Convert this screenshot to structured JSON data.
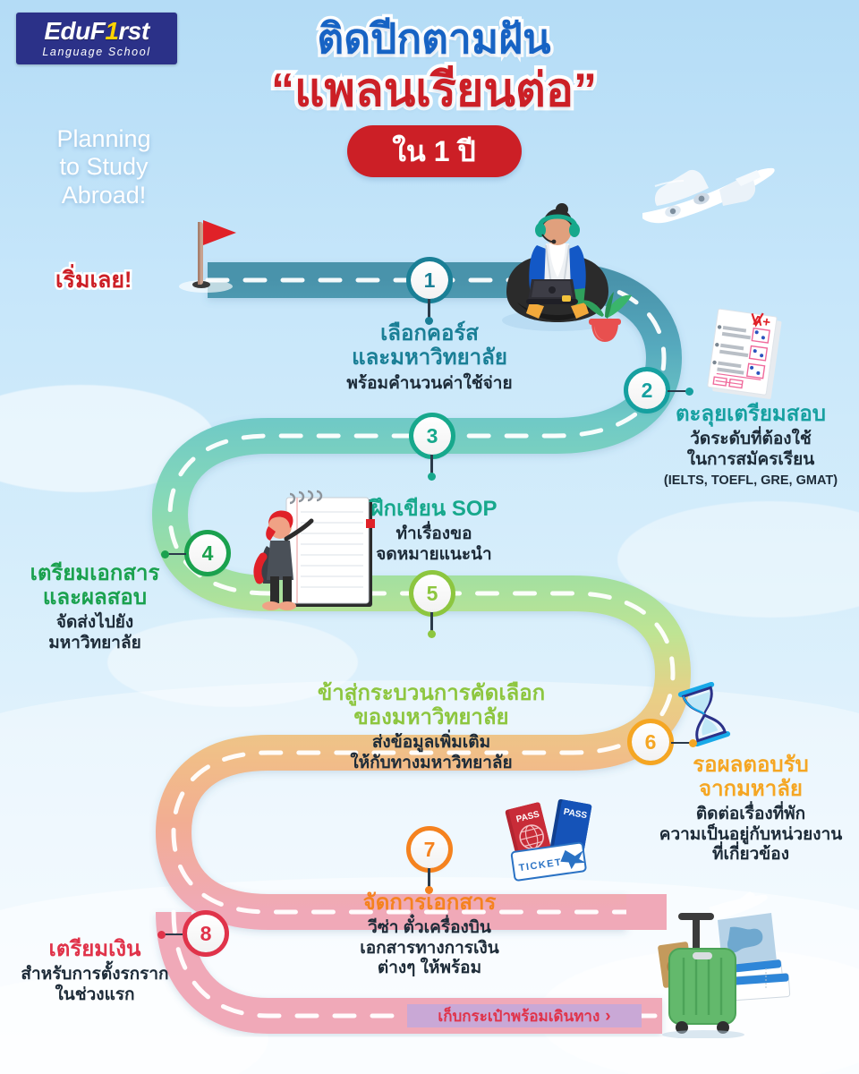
{
  "brand": {
    "logo_main_prefix": "EduF",
    "logo_main_one": "1",
    "logo_main_suffix": "rst",
    "logo_sub": "Language School"
  },
  "headline": {
    "line1": "ติดปีกตามฝัน",
    "line2": "“แพลนเรียนต่อ”",
    "pill": "ใน 1 ปี"
  },
  "tagline": "Planning\nto Study\nAbroad!",
  "start": {
    "label": "เริ่มเลย!",
    "icon": "flag-icon"
  },
  "end": {
    "label": "เก็บกระเป๋าพร้อมเดินทาง",
    "chevron": "›"
  },
  "colors": {
    "brand_navy": "#2b3188",
    "brand_yellow": "#ffd400",
    "headline_blue": "#1763c4",
    "headline_red": "#cc1f26",
    "step1": "#1a7f96",
    "step2": "#1aa39b",
    "step3": "#17a07f",
    "step4": "#1a9e4b",
    "step5": "#8dc63f",
    "step6": "#f5a623",
    "step7": "#f5821f",
    "step8": "#e0334a",
    "banner_purple": "#c9a8d6"
  },
  "steps": [
    {
      "number": "1",
      "title": "เลือกคอร์ส\nและมหาวิทยาลัย",
      "sub": "พร้อมคำนวนค่าใช้จ่าย",
      "note": "",
      "color": "#1a7f96"
    },
    {
      "number": "2",
      "title": "ตะลุยเตรียมสอบ",
      "sub": "วัดระดับที่ต้องใช้\nในการสมัครเรียน",
      "note": "(IELTS, TOEFL, GRE, GMAT)",
      "color": "#16a0a0"
    },
    {
      "number": "3",
      "title": "ฝึกเขียน SOP",
      "sub": "ทำเรื่องขอ\nจดหมายแนะนำ",
      "note": "",
      "color": "#17a88c"
    },
    {
      "number": "4",
      "title": "เตรียมเอกสาร\nและผลสอบ",
      "sub": "จัดส่งไปยัง\nมหาวิทยาลัย",
      "note": "",
      "color": "#1aa14e"
    },
    {
      "number": "5",
      "title": "ข้าสู่กระบวนการคัดเลือก\nของมหาวิทยาลัย",
      "sub": "ส่งข้อมูลเพิ่มเติม\nให้กับทางมหาวิทยาลัย",
      "note": "",
      "color": "#8dc63f"
    },
    {
      "number": "6",
      "title": "รอผลตอบรับ\nจากมหาลัย",
      "sub": "ติดต่อเรื่องที่พัก\nความเป็นอยู่กับหน่วยงาน\nที่เกี่ยวข้อง",
      "note": "",
      "color": "#f5a623"
    },
    {
      "number": "7",
      "title": "จัดการเอกสาร",
      "sub": "วีซ่า ตั๋วเครื่องบิน\nเอกสารทางการเงิน\nต่างๆ ให้พร้อม",
      "note": "",
      "color": "#f5821f"
    },
    {
      "number": "8",
      "title": "เตรียมเงิน",
      "sub": "สำหรับการตั้งรกราก\nในช่วงแรก",
      "note": "",
      "color": "#e0334a"
    }
  ],
  "illustrations": [
    {
      "name": "airplane-icon",
      "label": "airplane"
    },
    {
      "name": "student-laptop-beanbag-icon",
      "label": "student on beanbag with laptop"
    },
    {
      "name": "potted-plant-icon",
      "label": "potted plant"
    },
    {
      "name": "exam-paper-icon",
      "label": "exam paper with A+ grade"
    },
    {
      "name": "person-writing-notepad-icon",
      "label": "person writing on notepad"
    },
    {
      "name": "hourglass-icon",
      "label": "hourglass"
    },
    {
      "name": "passport-ticket-icon",
      "label": "passports and plane ticket"
    },
    {
      "name": "suitcase-travel-icon",
      "label": "green suitcase with travel documents"
    }
  ],
  "illustration_text": {
    "exam_grade": "A+",
    "passport_1": "PASS",
    "passport_2": "PASS",
    "ticket": "TICKET"
  }
}
